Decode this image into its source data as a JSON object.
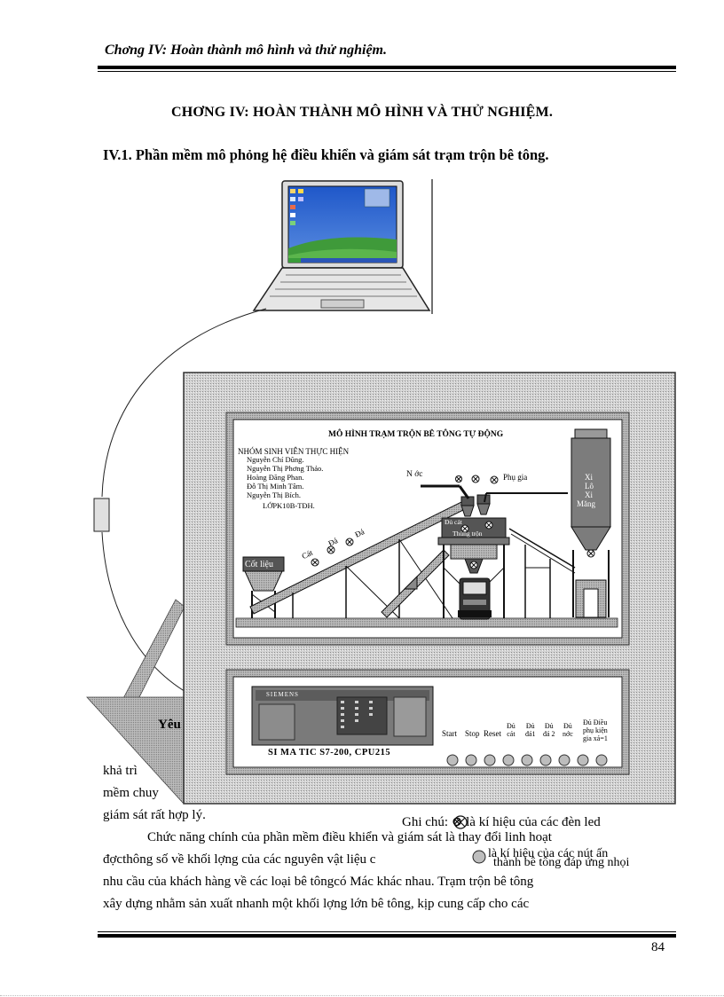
{
  "header": {
    "title": "Chơng   IV: Hoàn thành mô hình và thử nghiệm."
  },
  "chapter_title": "CHƠNG    IV: HOÀN THÀNH MÔ HÌNH VÀ THỬ NGHIỆM.",
  "section_title": "IV.1. Phần mềm mô phỏng hệ điều khiển và giám sát trạm trộn bê tông.",
  "panel": {
    "title": "MÔ HÌNH TRẠM TRỘN BÊ TÔNG TỰ ĐỘNG",
    "group_heading": "NHÓM SINH VIÊN THỰC HIỆN",
    "members": [
      "Nguyễn Chí Dũng.",
      "Nguyễn Thị Phơng  Thảo.",
      "Hoàng Đăng Phan.",
      "Đỗ Thị Minh Tâm.",
      "Nguyễn Thị Bích.",
      "LỚPK10B-TĐH."
    ],
    "labels": {
      "nuoc": "N  ớc",
      "phu_gia": "Phụ gia",
      "xi_mang": [
        "Xi",
        "Lô",
        "Xi",
        "Măng"
      ],
      "cot_lieu": "Cốt liệu",
      "cat": "Cát",
      "da1": "Đá",
      "da2": "Đá",
      "du_cat_box": "Đủ cát",
      "thung_tron": "Thùng trộn"
    },
    "plc_brand": "SIEMENS",
    "plc_caption": "SI MA TIC S7-200, CPU215",
    "buttons": [
      "Start",
      "Stop",
      "Reset"
    ],
    "indicators": [
      {
        "line1": "Đủ",
        "line2": "cát"
      },
      {
        "line1": "Đủ",
        "line2": "đá1"
      },
      {
        "line1": "Đủ",
        "line2": "đá 2"
      },
      {
        "line1": "Đủ",
        "line2": "nớc"
      },
      {
        "line1": "Đủ Điều",
        "line2": "phụ kiện",
        "line3": "gia  xả=1"
      }
    ]
  },
  "partial_text": {
    "yeu": "Yêu",
    "kha_tri": "khả trì",
    "mem_chuy": "mềm chuy",
    "giam_sat": "giám sát rất hợp  lý."
  },
  "note": {
    "led": "Ghi chú:  ⊗ là kí hiệu của các đèn led",
    "button": "là kí hiệu của các nút ấn"
  },
  "paragraph": {
    "line1": "Chức năng chính của phần mềm điều khiển và giám sát là thay đổi linh hoạt",
    "line2": "đợcthông   số về khối lợng   của các nguyên vật liệu c",
    "line2b": "thành bê tông đáp ứng  nhọi",
    "line3": "nhu cầu của khách hàng về các loại bê tôngcó Mác khác nhau. Trạm trộn bê tông",
    "line4": "xây dựng nhằm sản xuất nhanh một khối lợng   lớn bê tông, kịp cung cấp cho các"
  },
  "footer": {
    "page_number": "84"
  }
}
